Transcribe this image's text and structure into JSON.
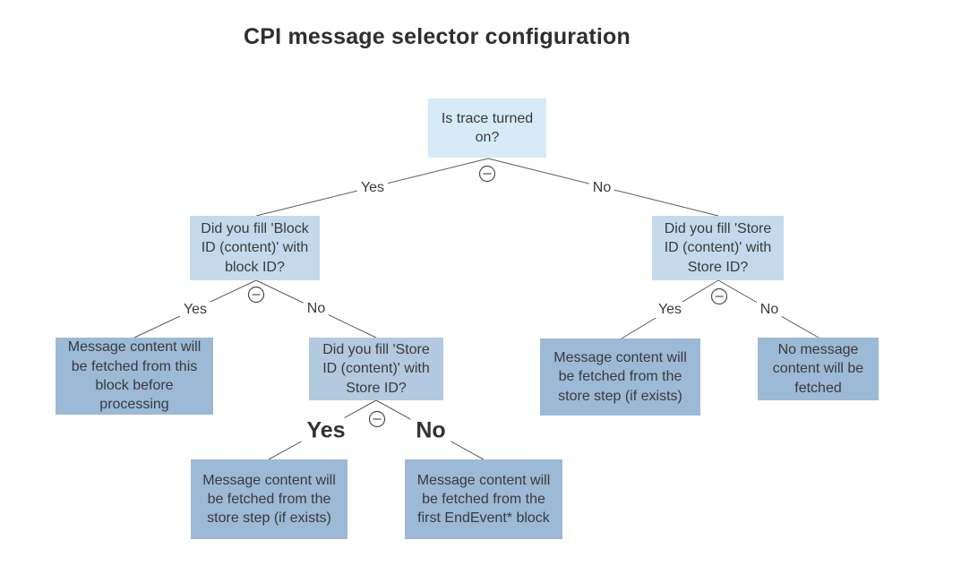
{
  "title": "CPI message selector configuration",
  "colors": {
    "root_node": "#d6eaf8",
    "question_node": "#c5d9ec",
    "question_node_dark": "#b2c9e0",
    "leaf_node": "#9cb9d6",
    "line": "#5a5a5a",
    "text": "#3a3a3a"
  },
  "icons": {
    "collapse": "minus-circle-icon"
  },
  "nodes": {
    "root": {
      "label": "Is trace turned\non?"
    },
    "q_block_id": {
      "label": "Did you fill 'Block\nID (content)' with\nblock ID?"
    },
    "q_store_id_right": {
      "label": "Did you fill 'Store\nID (content)' with\nStore ID?"
    },
    "q_store_id_mid": {
      "label": "Did you fill 'Store\nID (content)' with\nStore ID?"
    },
    "leaf_block_fetch": {
      "label": "Message content will\nbe fetched from this\nblock before\nprocessing"
    },
    "leaf_store_step_mid": {
      "label": "Message content will\nbe fetched from the\nstore step (if exists)"
    },
    "leaf_end_event": {
      "label": "Message content will\nbe fetched from the\nfirst EndEvent* block"
    },
    "leaf_store_step_right": {
      "label": "Message content will\nbe fetched from the\nstore step (if exists)"
    },
    "leaf_no_content": {
      "label": "No message\ncontent will be\nfetched"
    }
  },
  "edges": {
    "root_yes": {
      "label": "Yes"
    },
    "root_no": {
      "label": "No"
    },
    "block_yes": {
      "label": "Yes"
    },
    "block_no": {
      "label": "No"
    },
    "mid_yes": {
      "label": "Yes"
    },
    "mid_no": {
      "label": "No"
    },
    "right_yes": {
      "label": "Yes"
    },
    "right_no": {
      "label": "No"
    }
  }
}
